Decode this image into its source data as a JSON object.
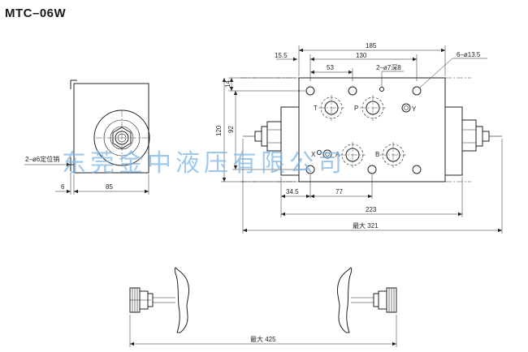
{
  "title": "MTC–06W",
  "watermark": "东莞金中液压有限公司",
  "ports": {
    "t": "T",
    "p": "P",
    "y": "Y",
    "x": "X",
    "a": "A",
    "b": "B"
  },
  "dimensions": {
    "d185": "185",
    "d130": "130",
    "d15_5": "15.5",
    "d53": "53",
    "hole_7": "2–ø7深8",
    "hole_13_5": "6–ø13.5",
    "d14": "14",
    "d120": "120",
    "d92": "92",
    "d34_5": "34.5",
    "d77": "77",
    "d223": "223",
    "max321": "最大 321",
    "pin_6": "2–ø6定位销",
    "d6": "6",
    "d85": "85",
    "max425": "最大 425"
  },
  "colors": {
    "line": "#222222",
    "watermark": "#7fb6e3"
  }
}
